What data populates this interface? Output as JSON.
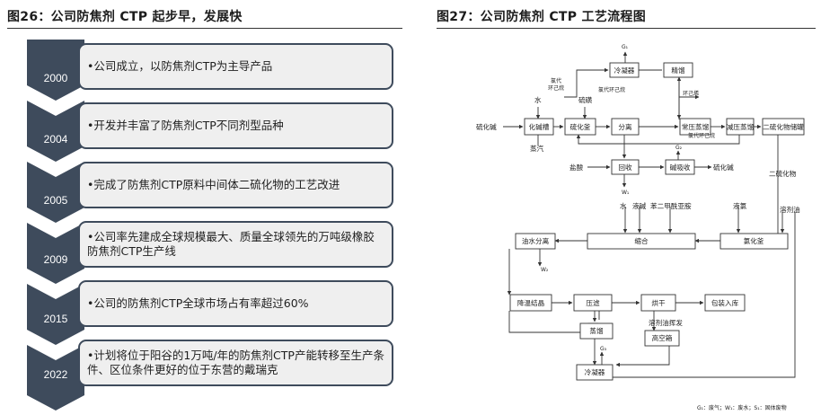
{
  "left": {
    "title": "图26：公司防焦剂 CTP 起步早，发展快",
    "timeline": [
      {
        "year": "2000",
        "text": "•公司成立，以防焦剂CTP为主导产品"
      },
      {
        "year": "2004",
        "text": "•开发并丰富了防焦剂CTP不同剂型品种"
      },
      {
        "year": "2005",
        "text": "•完成了防焦剂CTP原料中间体二硫化物的工艺改进"
      },
      {
        "year": "2009",
        "text": "•公司率先建成全球规模最大、质量全球领先的万吨级橡胶防焦剂CTP生产线"
      },
      {
        "year": "2015",
        "text": "•公司的防焦剂CTP全球市场占有率超过60%"
      },
      {
        "year": "2022",
        "text": "•计划将位于阳谷的1万吨/年的防焦剂CTP产能转移至生产条件、区位条件更好的位于东营的戴瑞克"
      }
    ]
  },
  "right": {
    "title": "图27：公司防焦剂 CTP 工艺流程图",
    "boxes": {
      "hualianjian": "硫化碱",
      "huajianzhao": "化碱槽",
      "huahuafu": "硫化釜",
      "fenli": "分离",
      "lengningqi1": "冷凝器",
      "jingliu": "精馏",
      "zhengyazhengliu": "常压蒸馏",
      "jianyazhengliu": "减压蒸馏",
      "erliuhuawuchuguan": "二硫化物储罐",
      "huishou": "回收",
      "jianxishou": "碱吸收",
      "hunhe": "缩合",
      "lvhuafu": "氯化釜",
      "youshuifenli": "油水分离",
      "jiangwenjiejing": "降温结晶",
      "yalv": "压滤",
      "honggan": "烘干",
      "baozhuangruku": "包装入库",
      "zhengliu": "蒸馏",
      "gaokongxiang": "高空箱",
      "lengningqi2": "冷凝器"
    },
    "labels": {
      "shui1": "水",
      "zhengqi": "蒸汽",
      "liuhuang": "硫磺",
      "lvdaihuanjiwan1": "氯代\n环己烷",
      "lvdaihuanjiwan2": "氯代环己烷",
      "lvdaihuanjiwan3": "氯代环己烷",
      "huanjixi": "环己烯",
      "g1": "G₁",
      "g2": "G₂",
      "g3": "G₃",
      "yansuan": "盐酸",
      "w1": "W₁",
      "w2": "W₂",
      "liuhuajian_out": "硫化碱",
      "erliuhuawu": "二硫化物",
      "shui2": "水",
      "yejian1": "液碱",
      "benerjiaxianyaan": "苯二甲酰亚胺",
      "yelv": "液氯",
      "rongjiyou1": "溶剂油",
      "rongjiyouhuifa": "溶剂油挥发",
      "legend": "G₁：废气；W₁：废水；S₁：固体废物"
    }
  }
}
